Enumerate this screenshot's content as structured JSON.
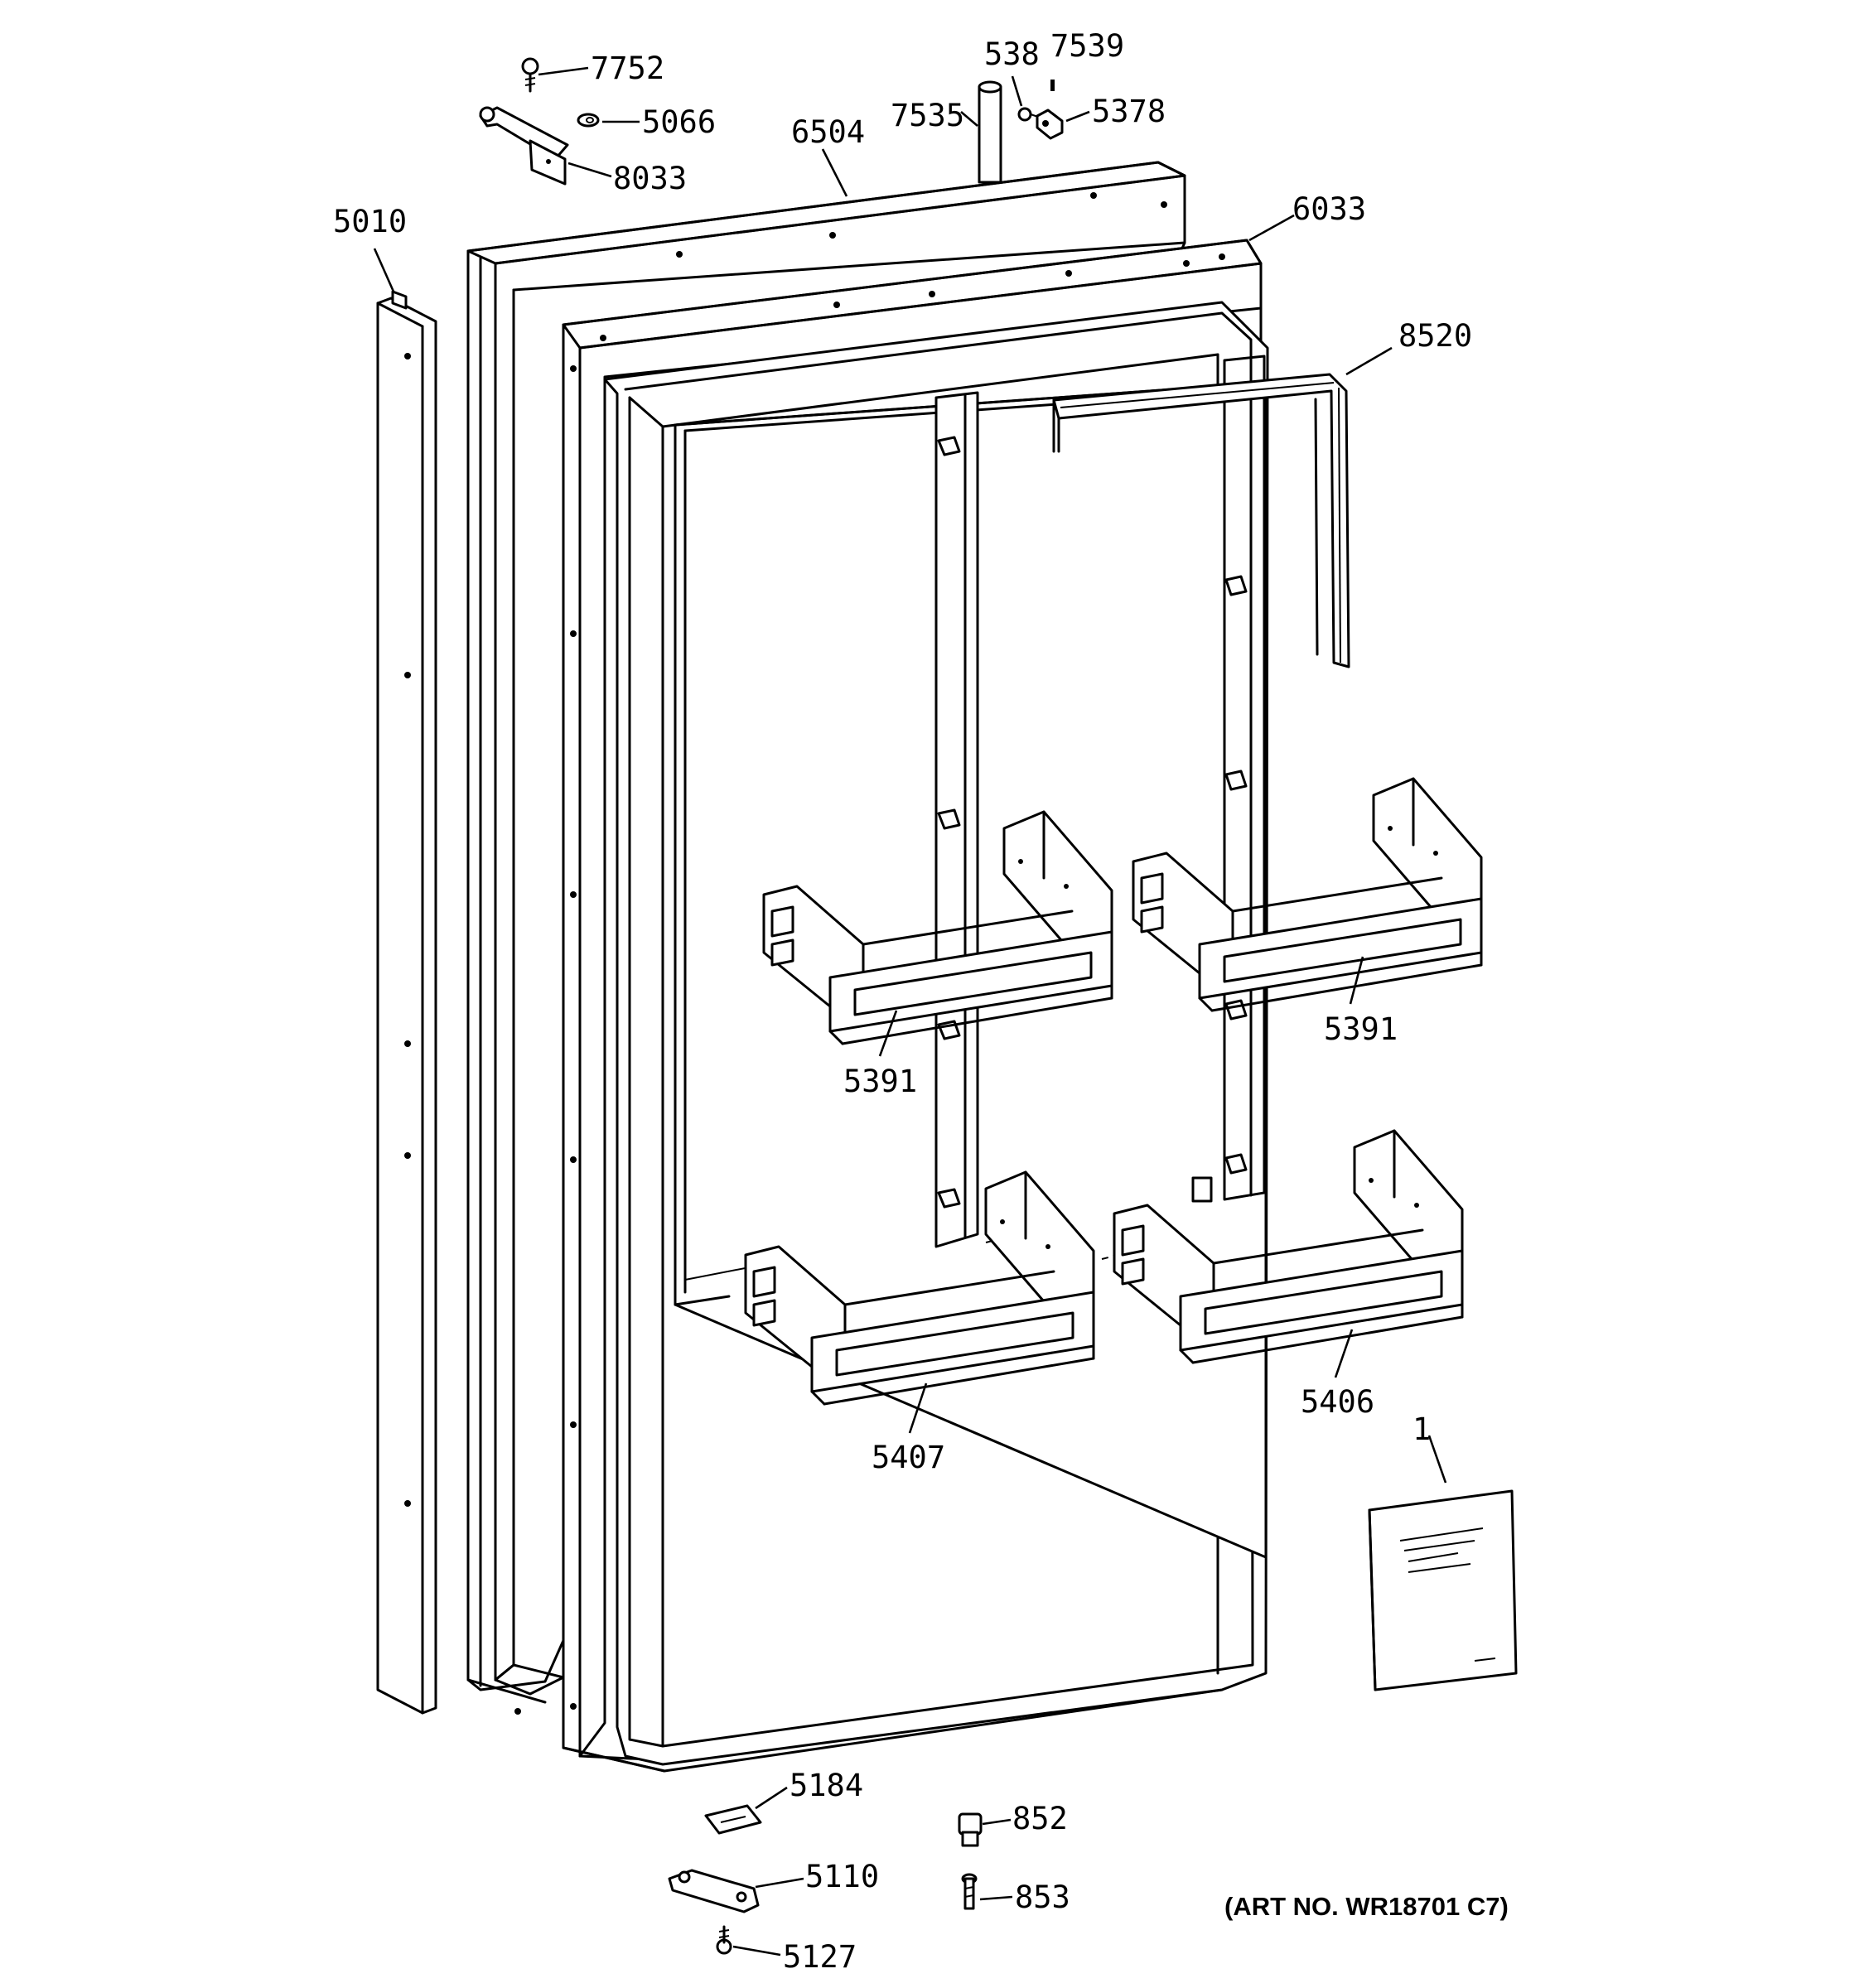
{
  "diagram": {
    "art_number": "(ART NO. WR18701 C7)",
    "callouts": [
      {
        "id": "c7752",
        "label": "7752"
      },
      {
        "id": "c5066",
        "label": "5066"
      },
      {
        "id": "c8033",
        "label": "8033"
      },
      {
        "id": "c538",
        "label": "538"
      },
      {
        "id": "c7539",
        "label": "7539"
      },
      {
        "id": "c7535",
        "label": "7535"
      },
      {
        "id": "c5378",
        "label": "5378"
      },
      {
        "id": "c6504",
        "label": "6504"
      },
      {
        "id": "c5010",
        "label": "5010"
      },
      {
        "id": "c6033",
        "label": "6033"
      },
      {
        "id": "c8520",
        "label": "8520"
      },
      {
        "id": "c5391a",
        "label": "5391"
      },
      {
        "id": "c5391b",
        "label": "5391"
      },
      {
        "id": "c5407",
        "label": "5407"
      },
      {
        "id": "c5406",
        "label": "5406"
      },
      {
        "id": "c1",
        "label": "1"
      },
      {
        "id": "c5184",
        "label": "5184"
      },
      {
        "id": "c852",
        "label": "852"
      },
      {
        "id": "c5110",
        "label": "5110"
      },
      {
        "id": "c853",
        "label": "853"
      },
      {
        "id": "c5127",
        "label": "5127"
      }
    ]
  }
}
